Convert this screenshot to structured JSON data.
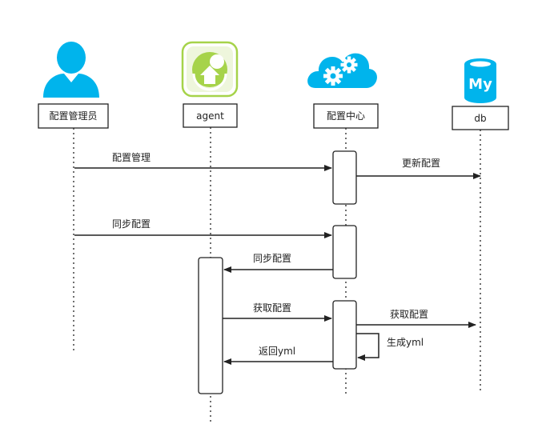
{
  "participants": {
    "admin": {
      "label": "配置管理员",
      "icon": "admin-user-icon"
    },
    "agent": {
      "label": "agent",
      "icon": "agent-upload-icon"
    },
    "config_center": {
      "label": "配置中心",
      "icon": "cloud-gears-icon"
    },
    "db": {
      "label": "db",
      "icon": "mysql-database-icon",
      "icon_text": "My"
    }
  },
  "messages": {
    "admin_to_center_manage": "配置管理",
    "center_to_db_update": "更新配置",
    "admin_to_center_sync": "同步配置",
    "center_to_agent_sync": "同步配置",
    "agent_to_center_fetch": "获取配置",
    "center_to_db_fetch": "获取配置",
    "center_self_generate": "生成yml",
    "center_to_agent_return": "返回yml"
  },
  "colors": {
    "icon_blue": "#00b4ec",
    "agent_green": "#a6d34a",
    "agent_green_light": "#d7ecaa",
    "line": "#222222"
  }
}
